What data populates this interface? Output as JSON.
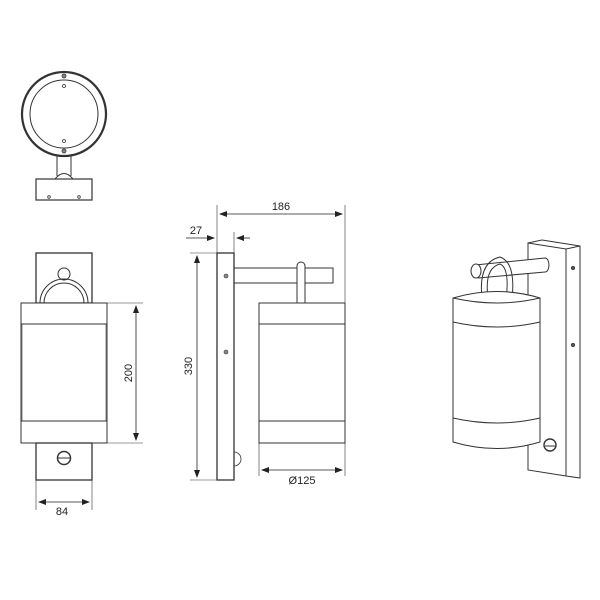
{
  "drawing": {
    "type": "technical-drawing",
    "subject": "wall lantern light fixture",
    "views": [
      "top-view",
      "front-view",
      "side-view",
      "isometric-view"
    ],
    "line_color": "#333333",
    "background": "#ffffff"
  },
  "dimensions": {
    "front_height": "200",
    "front_width": "84",
    "total_projection": "186",
    "backplate_depth": "27",
    "total_height": "330",
    "diameter": "Ø125"
  }
}
